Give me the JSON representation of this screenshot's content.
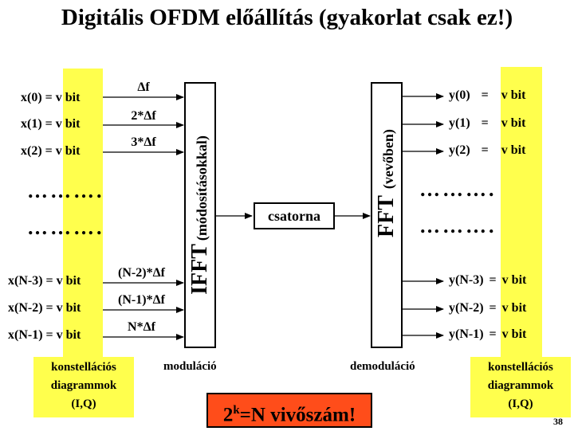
{
  "title": "Digitális OFDM előállítás (gyakorlat csak ez!)",
  "inputs": [
    "x(0) = v bit",
    "x(1) = v bit",
    "x(2) = v bit",
    "x(N-3) = v bit",
    "x(N-2) = v bit",
    "x(N-1) = v bit"
  ],
  "frequencies": [
    "Δf",
    "2*Δf",
    "3*Δf",
    "(N-2)*Δf",
    "(N-1)*Δf",
    "N*Δf"
  ],
  "outputs": [
    {
      "name": "y(0)",
      "eq": "=",
      "val": "v bit"
    },
    {
      "name": "y(1)",
      "eq": "=",
      "val": "v bit"
    },
    {
      "name": "y(2)",
      "eq": "=",
      "val": "v bit"
    },
    {
      "name": "y(N-3)",
      "eq": "=",
      "val": "v bit"
    },
    {
      "name": "y(N-2)",
      "eq": "=",
      "val": "v bit"
    },
    {
      "name": "y(N-1)",
      "eq": "=",
      "val": "v bit"
    }
  ],
  "ellipsis": "……….",
  "ifft_main": "IFFT",
  "ifft_sub": "(módosításokkal)",
  "fft_main": "FFT",
  "fft_sub": "(vevőben)",
  "channel": "csatorna",
  "modulation": "moduláció",
  "demodulation": "demoduláció",
  "constellation_left": [
    "konstellációs",
    "diagrammok",
    "(I,Q)"
  ],
  "constellation_right": [
    "konstellációs",
    "diagrammok",
    "(I,Q)"
  ],
  "carrier_note_pre": "2",
  "carrier_note_sup": "k",
  "carrier_note_post": "=N vivőszám!",
  "page_number": "38",
  "colors": {
    "yellow": "#ffff4d",
    "red": "#ff4d1a"
  }
}
